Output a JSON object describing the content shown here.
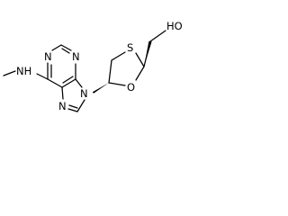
{
  "structure": {
    "atoms": {
      "methylamino_nh": "NH",
      "purine_n1": "N",
      "purine_n3": "N",
      "imidazole_n7": "N",
      "imidazole_n9": "N",
      "ring_sulfur": "S",
      "ring_oxygen": "O",
      "hydroxyl": "HO"
    },
    "colors": {
      "bond": "#000000",
      "text": "#000000",
      "background": "#ffffff"
    }
  }
}
